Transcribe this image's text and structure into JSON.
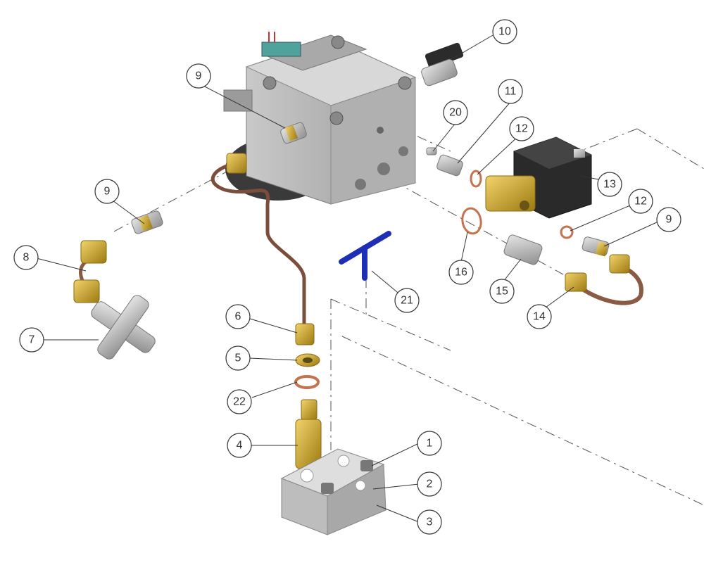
{
  "callouts": {
    "c1": "1",
    "c2": "2",
    "c3": "3",
    "c4": "4",
    "c5": "5",
    "c6": "6",
    "c7": "7",
    "c8": "8",
    "c9a": "9",
    "c9b": "9",
    "c9c": "9",
    "c10": "10",
    "c11": "11",
    "c12a": "12",
    "c12b": "12",
    "c13": "13",
    "c14": "14",
    "c15": "15",
    "c16": "16",
    "c20": "20",
    "c21": "21",
    "c22": "22"
  },
  "colors": {
    "brass": "#c9a227",
    "steel": "#b8b8b8",
    "copper": "#8a5a44",
    "blue_tee": "#2233bb",
    "solenoid": "#2a2a2a"
  }
}
